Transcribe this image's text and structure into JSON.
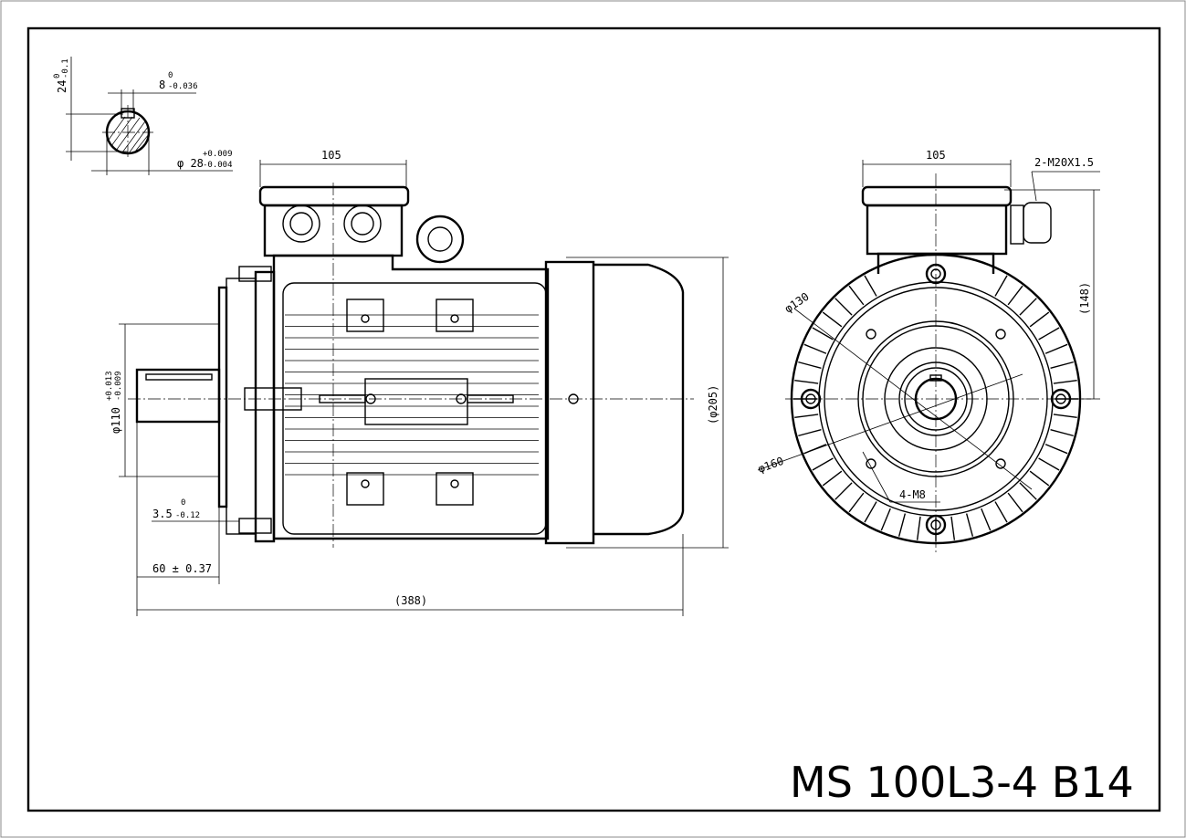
{
  "title": "MS 100L3-4 B14",
  "shaft_section": {
    "key_height": "24",
    "key_height_tol_upper": "0",
    "key_height_tol_lower": "-0.1",
    "key_width": "8",
    "key_width_tol_upper": "0",
    "key_width_tol_lower": "-0.036",
    "diameter": "φ 28",
    "diameter_tol_upper": "+0.009",
    "diameter_tol_lower": "-0.004"
  },
  "side_view": {
    "terminal_box_width": "105",
    "overall_height": "(φ205)",
    "overall_length": "(388)",
    "shaft_length": "60 ± 0.37",
    "flange_offset": "3.5",
    "flange_offset_tol_upper": "0",
    "flange_offset_tol_lower": "-0.12",
    "spigot_diameter": "φ110",
    "spigot_tol_upper": "+0.013",
    "spigot_tol_lower": "-0.009"
  },
  "front_view": {
    "terminal_box_width": "105",
    "cable_gland": "2-M20X1.5",
    "shaft_height": "(148)",
    "pcd_inner": "φ130",
    "pcd_outer": "φ160",
    "threaded_holes": "4-M8"
  }
}
